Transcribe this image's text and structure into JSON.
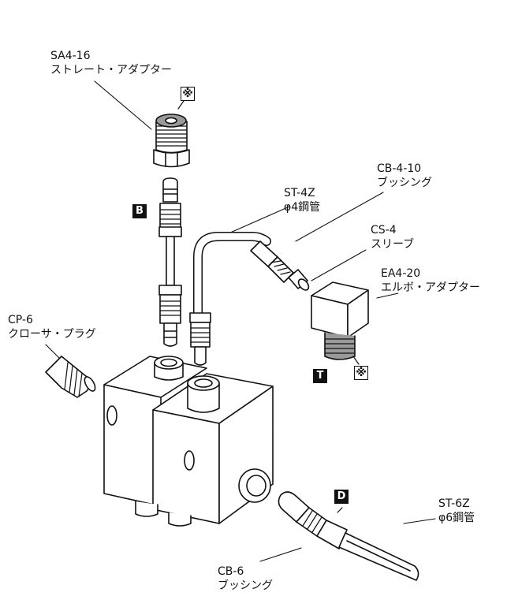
{
  "parts": {
    "sa4_16": {
      "code": "SA4-16",
      "name": "ストレート・アダプター"
    },
    "cb_4_10": {
      "code": "CB-4-10",
      "name": "ブッシング"
    },
    "st_4z": {
      "code": "ST-4Z",
      "name": "φ4鋼管"
    },
    "cs_4": {
      "code": "CS-4",
      "name": "スリーブ"
    },
    "ea4_20": {
      "code": "EA4-20",
      "name": "エルボ・アダプター"
    },
    "cp_6": {
      "code": "CP-6",
      "name": "クローサ・プラグ"
    },
    "st_6z": {
      "code": "ST-6Z",
      "name": "φ6鋼管"
    },
    "cb_6": {
      "code": "CB-6",
      "name": "ブッシング"
    }
  },
  "markers": {
    "b": "B",
    "t": "T",
    "d": "D",
    "note": "※"
  },
  "colors": {
    "line": "#111111",
    "thread_shade": "#9a9a9a",
    "paper": "#ffffff"
  }
}
